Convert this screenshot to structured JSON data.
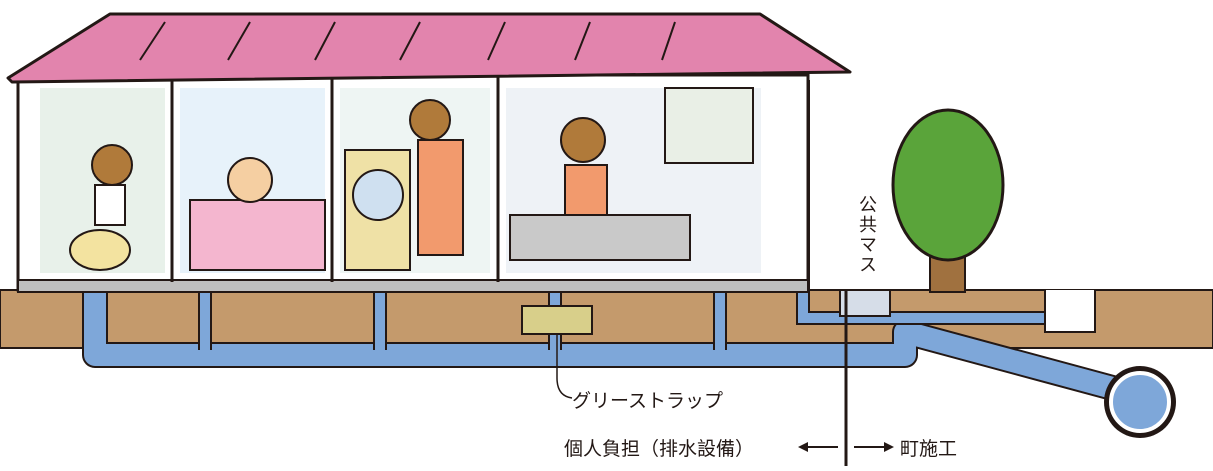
{
  "labels": {
    "public_basin": "公共マス",
    "grease_trap": "グリーストラップ",
    "private_side": "個人負担（排水設備）",
    "town_side": "町施工"
  },
  "colors": {
    "roof": "#e284ad",
    "soil": "#c49a6c",
    "pipe": "#7ea7d9",
    "grease_trap": "#d8cf8a",
    "tree": "#5aa43a",
    "outline": "#231815"
  }
}
